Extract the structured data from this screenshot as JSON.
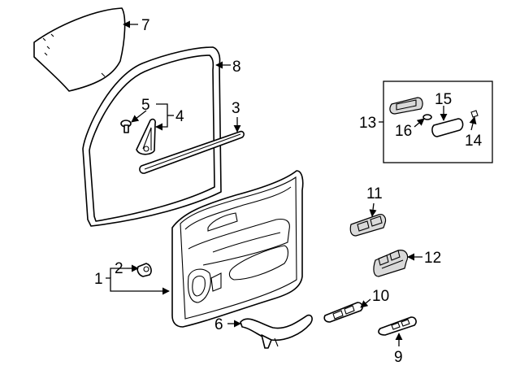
{
  "callouts": [
    {
      "id": "1",
      "text": "1"
    },
    {
      "id": "2",
      "text": "2"
    },
    {
      "id": "3",
      "text": "3"
    },
    {
      "id": "4",
      "text": "4"
    },
    {
      "id": "5",
      "text": "5"
    },
    {
      "id": "6",
      "text": "6"
    },
    {
      "id": "7",
      "text": "7"
    },
    {
      "id": "8",
      "text": "8"
    },
    {
      "id": "9",
      "text": "9"
    },
    {
      "id": "10",
      "text": "10"
    },
    {
      "id": "11",
      "text": "11"
    },
    {
      "id": "12",
      "text": "12"
    },
    {
      "id": "13",
      "text": "13"
    },
    {
      "id": "14",
      "text": "14"
    },
    {
      "id": "15",
      "text": "15"
    },
    {
      "id": "16",
      "text": "16"
    }
  ],
  "colors": {
    "line": "#000000",
    "background": "#ffffff",
    "shade": "#d9d9d9"
  }
}
